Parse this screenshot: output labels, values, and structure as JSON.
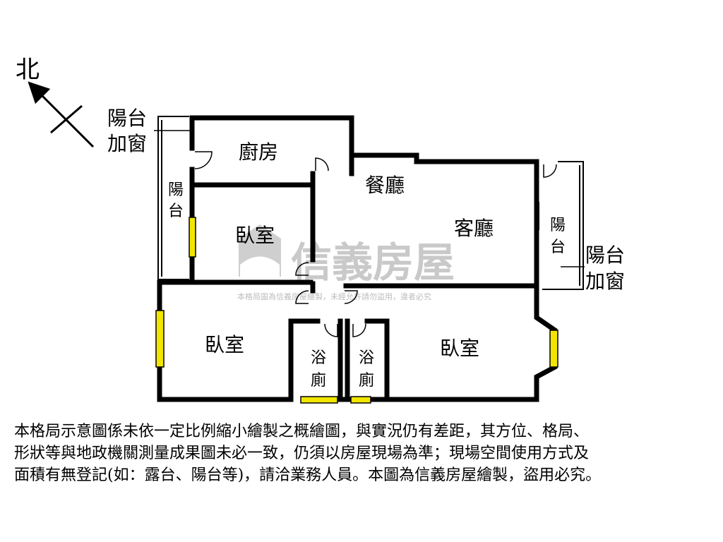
{
  "compass": {
    "north_label": "北"
  },
  "rooms": {
    "kitchen": "廚房",
    "dining": "餐廳",
    "living": "客廳",
    "bedroom_top": "臥室",
    "bedroom_left": "臥室",
    "bedroom_right": "臥室",
    "bath_left": [
      "浴",
      "廁"
    ],
    "bath_right": [
      "浴",
      "廁"
    ],
    "balcony_west": [
      "陽",
      "台"
    ],
    "balcony_east": [
      "陽",
      "台"
    ]
  },
  "callouts": {
    "balcony_enclosed_nw": [
      "陽台",
      "加窗"
    ],
    "balcony_enclosed_e": [
      "陽台",
      "加窗"
    ]
  },
  "watermark": {
    "brand": "信義房屋",
    "notice": "本格局圖為信義房屋繪製，未經允許請勿盜用，違者必究"
  },
  "disclaimer": [
    "本格局示意圖係未依一定比例縮小繪製之概繪圖，與實況仍有差距，其方位、格局、",
    "形狀等與地政機關測量成果圖未必一致，仍須以房屋現場為準；現場空間使用方式及",
    "面積有無登記(如：露台、陽台等)，請洽業務人員。本圖為信義房屋繪製，盜用必究。"
  ],
  "colors": {
    "wall": "#000000",
    "window": "#f2e600",
    "watermark": "#c9c9c9"
  }
}
